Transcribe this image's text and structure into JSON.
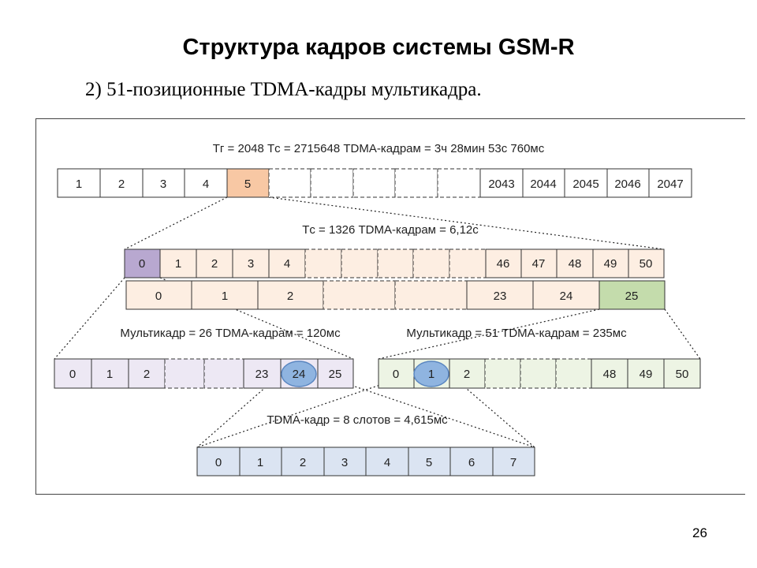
{
  "title": "Структура кадров системы GSM-R",
  "subtitle": "2) 51-позиционные TDMA-кадры мультикадра.",
  "page_number": "26",
  "captions": {
    "hyperframe": "Tг = 2048 Tс = 2715648 TDMA-кадрам = 3ч 28мин 53с 760мс",
    "superframe": "Tс = 1326 TDMA-кадрам = 6,12с",
    "multiframe26": "Мультикадр = 26 TDMA-кадрам = 120мс",
    "multiframe51": "Мультикадр = 51 TDMA-кадрам = 235мс",
    "tdma_frame": "TDMA-кадр = 8 слотов = 4,615мс"
  },
  "colors": {
    "orange_highlight": "#f8c8a4",
    "purple_highlight": "#b8a8d0",
    "green_highlight": "#c4dcac",
    "blue_highlight": "#8fb4e0",
    "peach_fill": "#fdeee2",
    "lavender_fill": "#ede8f4",
    "lightgreen_fill": "#edf4e4",
    "lightblue_fill": "#dbe4f2"
  },
  "rows": {
    "hyperframe": [
      "1",
      "2",
      "3",
      "4",
      "5",
      "",
      "",
      "",
      "",
      "",
      "2043",
      "2044",
      "2045",
      "2046",
      "2047"
    ],
    "superframe51": [
      "0",
      "1",
      "2",
      "3",
      "4",
      "",
      "",
      "",
      "",
      "",
      "46",
      "47",
      "48",
      "49",
      "50"
    ],
    "superframe26": [
      "0",
      "1",
      "2",
      "",
      "",
      "23",
      "24",
      "25"
    ],
    "multiframe26": [
      "0",
      "1",
      "2",
      "",
      "",
      "23",
      "24",
      "25"
    ],
    "multiframe51": [
      "0",
      "1",
      "2",
      "",
      "",
      "",
      "48",
      "49",
      "50"
    ],
    "tdma_frame": [
      "0",
      "1",
      "2",
      "3",
      "4",
      "5",
      "6",
      "7"
    ]
  }
}
